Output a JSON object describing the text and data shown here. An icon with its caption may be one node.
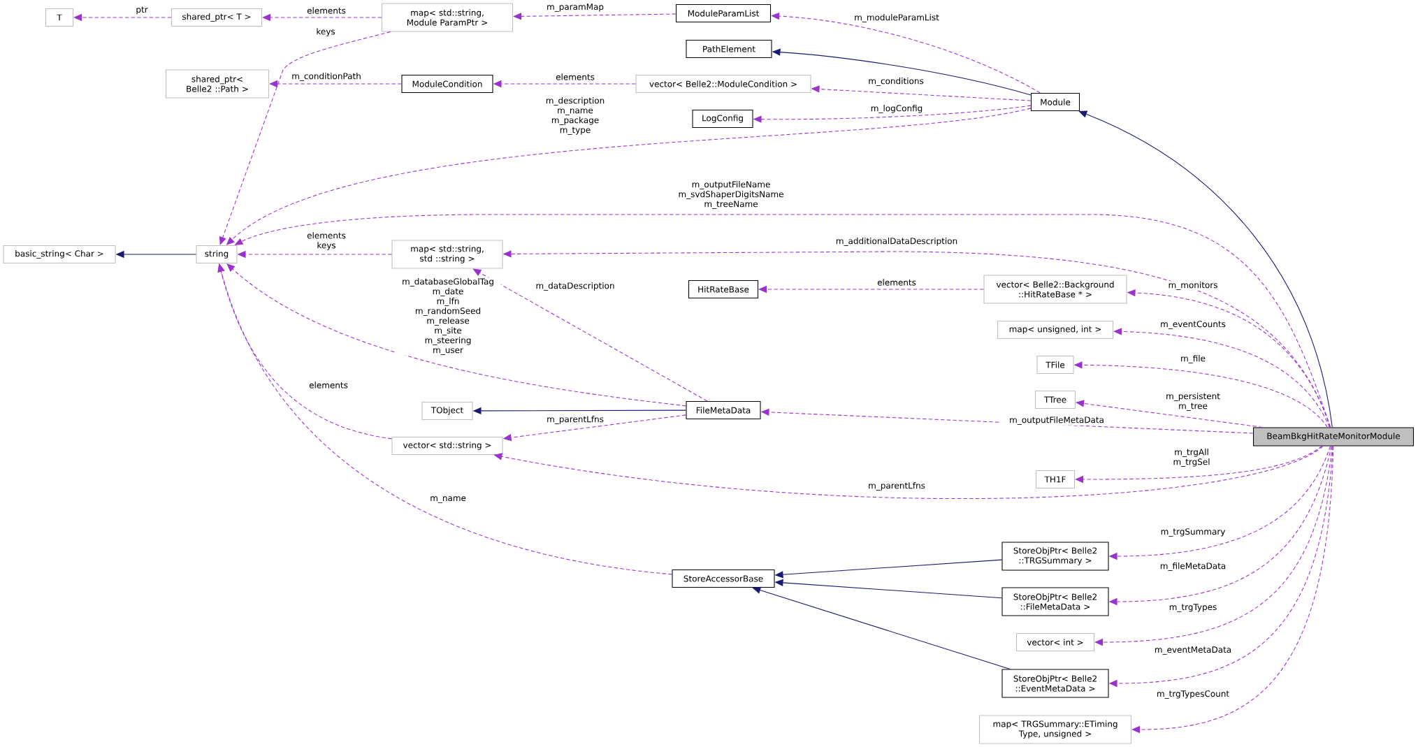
{
  "diagram": {
    "nodes": [
      {
        "text": [
          "T"
        ]
      },
      {
        "text": [
          "shared_ptr< T >"
        ]
      },
      {
        "text": [
          "map< std::string, Module ParamPtr >"
        ]
      },
      {
        "text": [
          "ModuleParamList"
        ]
      },
      {
        "text": [
          "PathElement"
        ]
      },
      {
        "text": [
          "shared_ptr< Belle2 ::Path >"
        ]
      },
      {
        "text": [
          "ModuleCondition"
        ]
      },
      {
        "text": [
          "vector< Belle2::ModuleCondition >"
        ]
      },
      {
        "text": [
          "LogConfig"
        ]
      },
      {
        "text": [
          "Module"
        ]
      },
      {
        "text": [
          "basic_string< Char >"
        ]
      },
      {
        "text": [
          "string"
        ]
      },
      {
        "text": [
          "map< std::string, std ::string >"
        ]
      },
      {
        "text": [
          "HitRateBase"
        ]
      },
      {
        "text": [
          "vector< Belle2::Background ::HitRateBase * >"
        ]
      },
      {
        "text": [
          "map< unsigned, int >"
        ]
      },
      {
        "text": [
          "TFile"
        ]
      },
      {
        "text": [
          "TTree"
        ]
      },
      {
        "text": [
          "TObject"
        ]
      },
      {
        "text": [
          "FileMetaData"
        ]
      },
      {
        "text": [
          "vector< std::string >"
        ]
      },
      {
        "text": [
          "BeamBkgHitRateMonitorModule"
        ]
      },
      {
        "text": [
          "TH1F"
        ]
      },
      {
        "text": [
          "StoreAccessorBase"
        ]
      },
      {
        "text": [
          "StoreObjPtr< Belle2 ::TRGSummary >"
        ]
      },
      {
        "text": [
          "StoreObjPtr< Belle2 ::FileMetaData >"
        ]
      },
      {
        "text": [
          "vector< int >"
        ]
      },
      {
        "text": [
          "StoreObjPtr< Belle2 ::EventMetaData >"
        ]
      },
      {
        "text": [
          "map< TRGSummary::ETiming Type, unsigned >"
        ]
      }
    ],
    "edges": [
      {
        "from": 1,
        "to": 0,
        "arrow": "to",
        "label": "ptr",
        "style": "dashed"
      },
      {
        "from": 2,
        "to": 1,
        "arrow": "to",
        "label": "elements",
        "style": "dashed"
      },
      {
        "from": 3,
        "to": 2,
        "arrow": "to",
        "label": "m_paramMap",
        "style": "dashed"
      },
      {
        "from": 9,
        "to": 3,
        "arrow": "to",
        "label": "m_moduleParamList",
        "style": "dashed"
      },
      {
        "from": 9,
        "to": 4,
        "arrow": "to",
        "color": "#191970"
      },
      {
        "from": 9,
        "to": 7,
        "arrow": "to",
        "label": "m_conditions",
        "style": "dashed"
      },
      {
        "from": 7,
        "to": 6,
        "arrow": "to",
        "label": "elements",
        "style": "dashed"
      },
      {
        "from": 6,
        "to": 5,
        "arrow": "to",
        "label": "m_conditionPath",
        "style": "dashed"
      },
      {
        "from": 2,
        "to": 11,
        "arrow": "to",
        "label": "keys",
        "style": "dashed"
      },
      {
        "from": 9,
        "to": 8,
        "arrow": "to",
        "label": "m_logConfig",
        "style": "dashed"
      },
      {
        "from": 9,
        "to": 11,
        "arrow": "to",
        "label": "m_description m_name m_package m_type",
        "style": "dashed"
      },
      {
        "from": 21,
        "to": 9,
        "arrow": "to",
        "color": "#191970"
      },
      {
        "from": 21,
        "to": 11,
        "arrow": "to",
        "label": "m_outputFileName m_svdShaperDigitsName m_treeName",
        "style": "dashed"
      },
      {
        "from": 12,
        "to": 11,
        "arrow": "to",
        "label": "elements keys",
        "style": "dashed"
      },
      {
        "from": 21,
        "to": 12,
        "arrow": "to",
        "label": "m_additionalDataDescription",
        "style": "dashed"
      },
      {
        "from": 14,
        "to": 13,
        "arrow": "to",
        "label": "elements",
        "style": "dashed"
      },
      {
        "from": 21,
        "to": 14,
        "arrow": "to",
        "label": "m_monitors",
        "style": "dashed"
      },
      {
        "from": 19,
        "to": 11,
        "arrow": "to",
        "label": "m_databaseGlobalTag m_date m_lfn m_randomSeed m_release m_site m_steering m_user",
        "style": "dashed"
      },
      {
        "from": 19,
        "to": 12,
        "arrow": "to",
        "label": "m_dataDescription",
        "style": "dashed"
      },
      {
        "from": 21,
        "to": 15,
        "arrow": "to",
        "label": "m_eventCounts",
        "style": "dashed"
      },
      {
        "from": 21,
        "to": 16,
        "arrow": "to",
        "label": "m_file",
        "style": "dashed"
      },
      {
        "from": 20,
        "to": 11,
        "arrow": "to",
        "label": "elements",
        "style": "dashed"
      },
      {
        "from": 21,
        "to": 17,
        "arrow": "to",
        "label": "m_persistent m_tree",
        "style": "dashed"
      },
      {
        "from": 19,
        "to": 18,
        "arrow": "to",
        "color": "#191970"
      },
      {
        "from": 19,
        "to": 20,
        "arrow": "to",
        "label": "m_parentLfns",
        "style": "dashed"
      },
      {
        "from": 21,
        "to": 19,
        "arrow": "to",
        "label": "m_outputFileMetaData",
        "style": "dashed"
      },
      {
        "from": 21,
        "to": 22,
        "arrow": "to",
        "label": "m_trgAll m_trgSel",
        "style": "dashed"
      },
      {
        "from": 21,
        "to": 20,
        "arrow": "to",
        "label": "m_parentLfns",
        "style": "dashed"
      },
      {
        "from": 23,
        "to": 11,
        "arrow": "to",
        "label": "m_name",
        "style": "dashed"
      },
      {
        "from": 24,
        "to": 23,
        "arrow": "to",
        "color": "#191970"
      },
      {
        "from": 25,
        "to": 23,
        "arrow": "to",
        "color": "#191970"
      },
      {
        "from": 27,
        "to": 23,
        "arrow": "to",
        "color": "#191970"
      },
      {
        "from": 21,
        "to": 24,
        "arrow": "to",
        "label": "m_trgSummary",
        "style": "dashed"
      },
      {
        "from": 21,
        "to": 25,
        "arrow": "to",
        "label": "m_fileMetaData",
        "style": "dashed"
      },
      {
        "from": 21,
        "to": 26,
        "arrow": "to",
        "label": "m_trgTypes",
        "style": "dashed"
      },
      {
        "from": 21,
        "to": 27,
        "arrow": "to",
        "label": "m_eventMetaData",
        "style": "dashed"
      },
      {
        "from": 21,
        "to": 28,
        "arrow": "to",
        "label": "m_trgTypesCount",
        "style": "dashed"
      },
      {
        "from": 11,
        "to": 10,
        "arrow": "to",
        "color": "#191970"
      }
    ]
  }
}
